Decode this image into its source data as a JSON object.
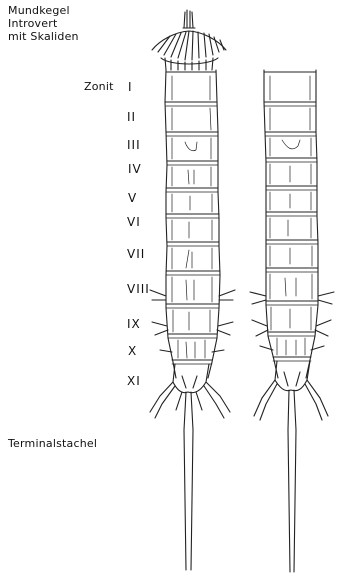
{
  "labels": {
    "head_lines": [
      "Mundkegel",
      "Introvert",
      "mit Skaliden"
    ],
    "zonit": "Zonit",
    "segments": [
      "I",
      "II",
      "III",
      "IV",
      "V",
      "VI",
      "VII",
      "VIII",
      "IX",
      "X",
      "XI"
    ],
    "terminal": "Terminalstachel"
  }
}
